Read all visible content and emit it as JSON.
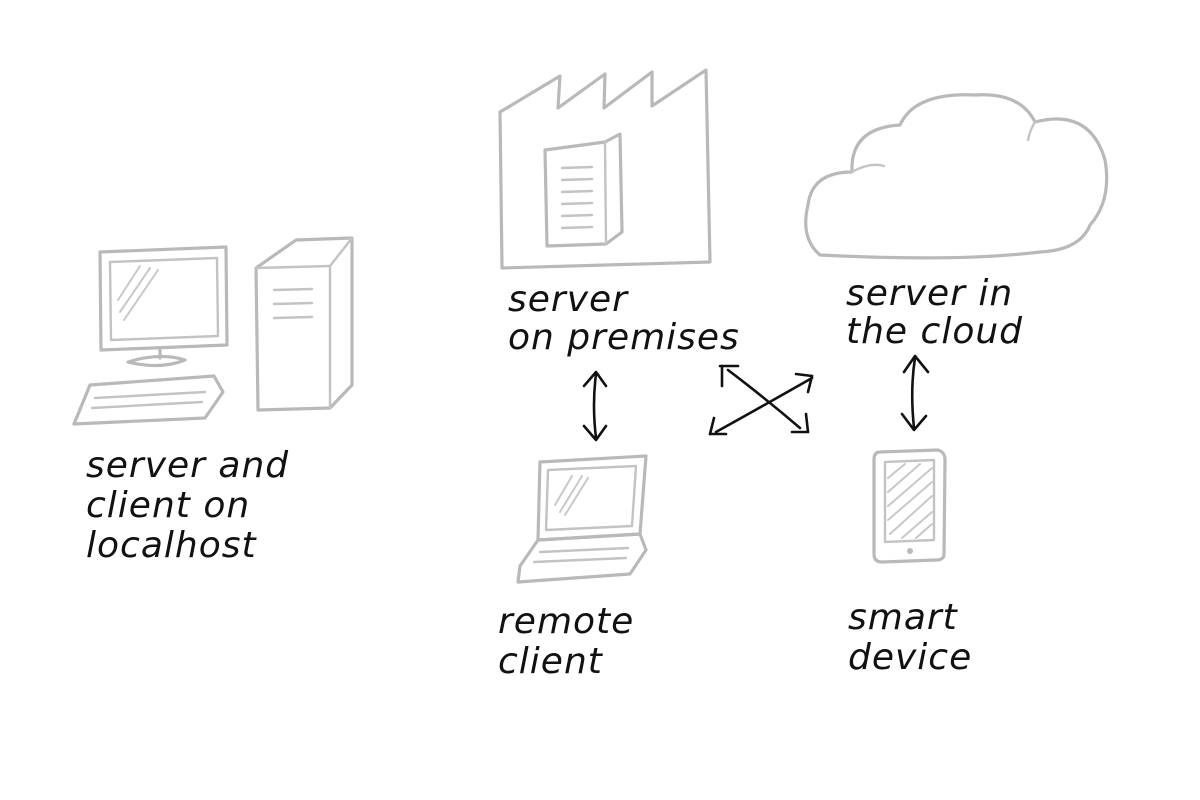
{
  "nodes": {
    "localhost": {
      "line1": "server and",
      "line2": "client on",
      "line3": "localhost"
    },
    "premises": {
      "line1": "server",
      "line2": "on premises"
    },
    "cloud": {
      "line1": "server in",
      "line2": "the cloud"
    },
    "remote_client": {
      "line1": "remote",
      "line2": "client"
    },
    "smart_device": {
      "line1": "smart",
      "line2": "device"
    }
  },
  "icons": [
    "desktop-computer-icon",
    "factory-icon",
    "cloud-icon",
    "laptop-icon",
    "tablet-icon"
  ],
  "colors": {
    "sketch": "#b9b9b9",
    "ink": "#111111",
    "background": "#ffffff"
  }
}
